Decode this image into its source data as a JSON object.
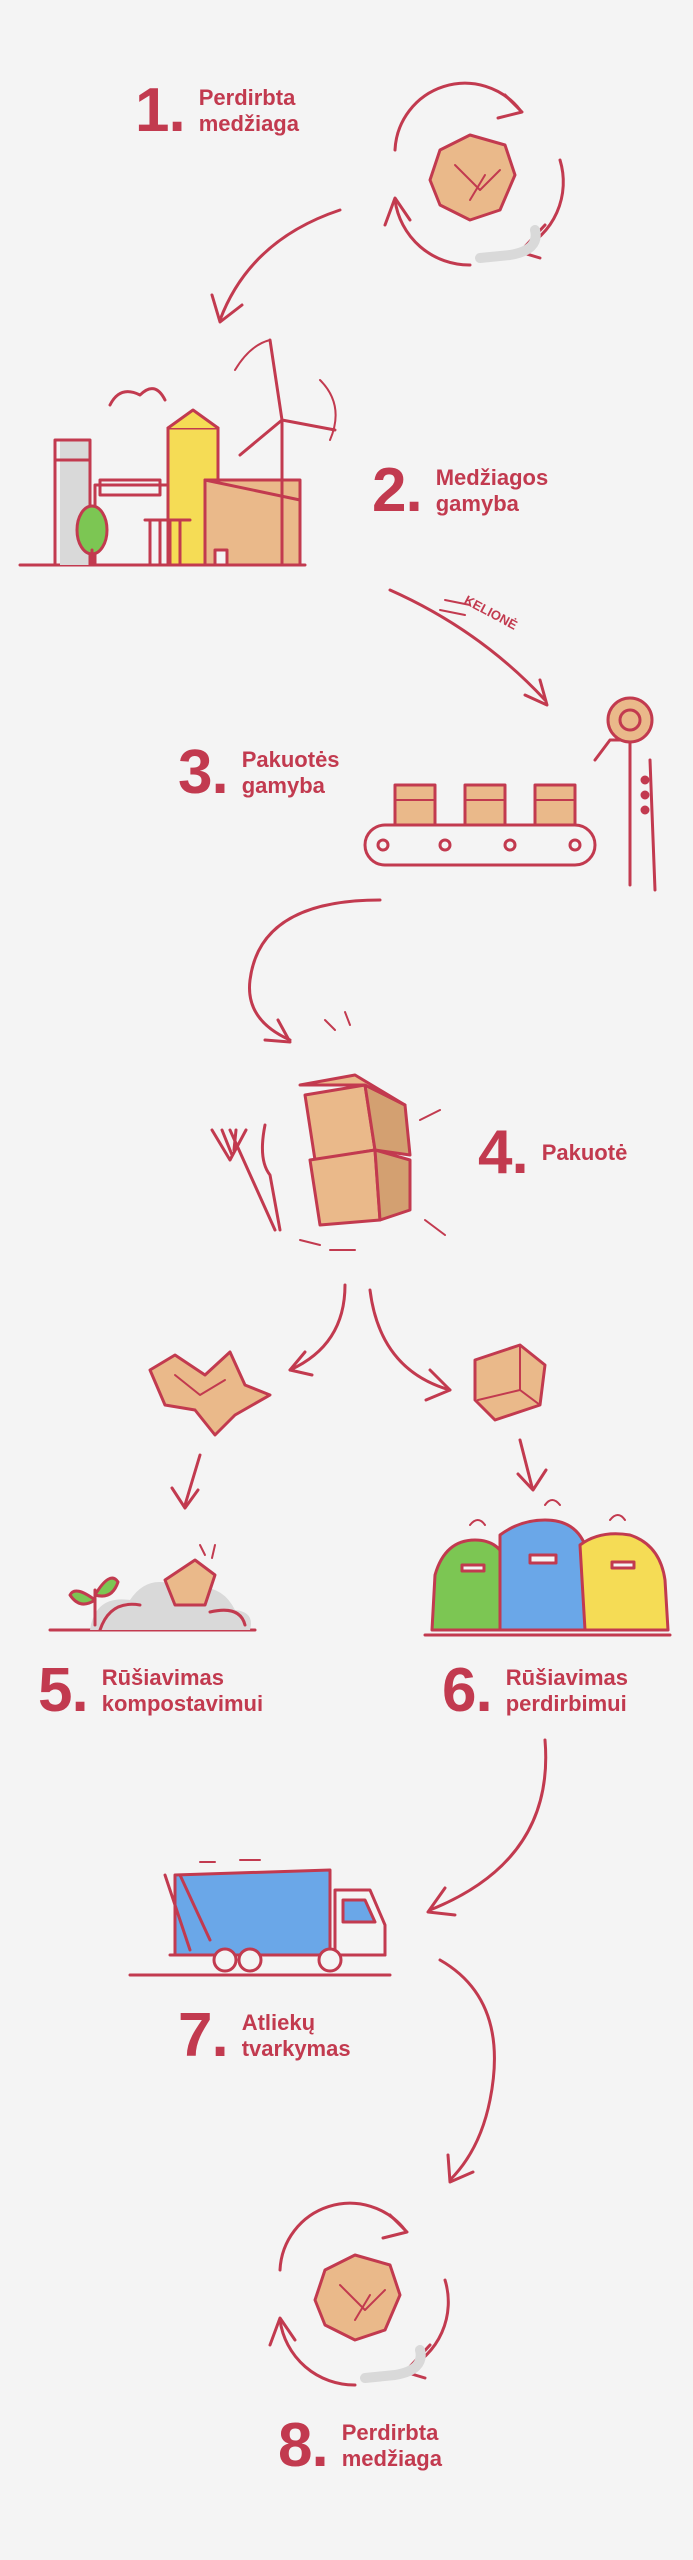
{
  "steps": [
    {
      "num": "1.",
      "line1": "Perdirbta",
      "line2": "medžiaga"
    },
    {
      "num": "2.",
      "line1": "Medžiagos",
      "line2": "gamyba"
    },
    {
      "num": "3.",
      "line1": "Pakuotės",
      "line2": "gamyba"
    },
    {
      "num": "4.",
      "line1": "Pakuotė",
      "line2": ""
    },
    {
      "num": "5.",
      "line1": "Rūšiavimas",
      "line2": "kompostavimui"
    },
    {
      "num": "6.",
      "line1": "Rūšiavimas",
      "line2": "perdirbimui"
    },
    {
      "num": "7.",
      "line1": "Atliekų",
      "line2": "tvarkymas"
    },
    {
      "num": "8.",
      "line1": "Perdirbta",
      "line2": "medžiaga"
    }
  ],
  "travel_label": "KELIONĖ",
  "colors": {
    "accent": "#c23a4f",
    "cardboard": "#eab98a",
    "green": "#7cc653",
    "blue": "#6aa7e8",
    "yellow": "#f5dc55",
    "gray": "#d9d9d9"
  },
  "icons": [
    "recycle-paper-icon",
    "factory-icon",
    "wind-turbine-icon",
    "conveyor-icon",
    "box-stack-icon",
    "fork-knife-icon",
    "crumpled-box-icon",
    "box-icon",
    "compost-icon",
    "recycling-bins-icon",
    "garbage-truck-icon"
  ]
}
